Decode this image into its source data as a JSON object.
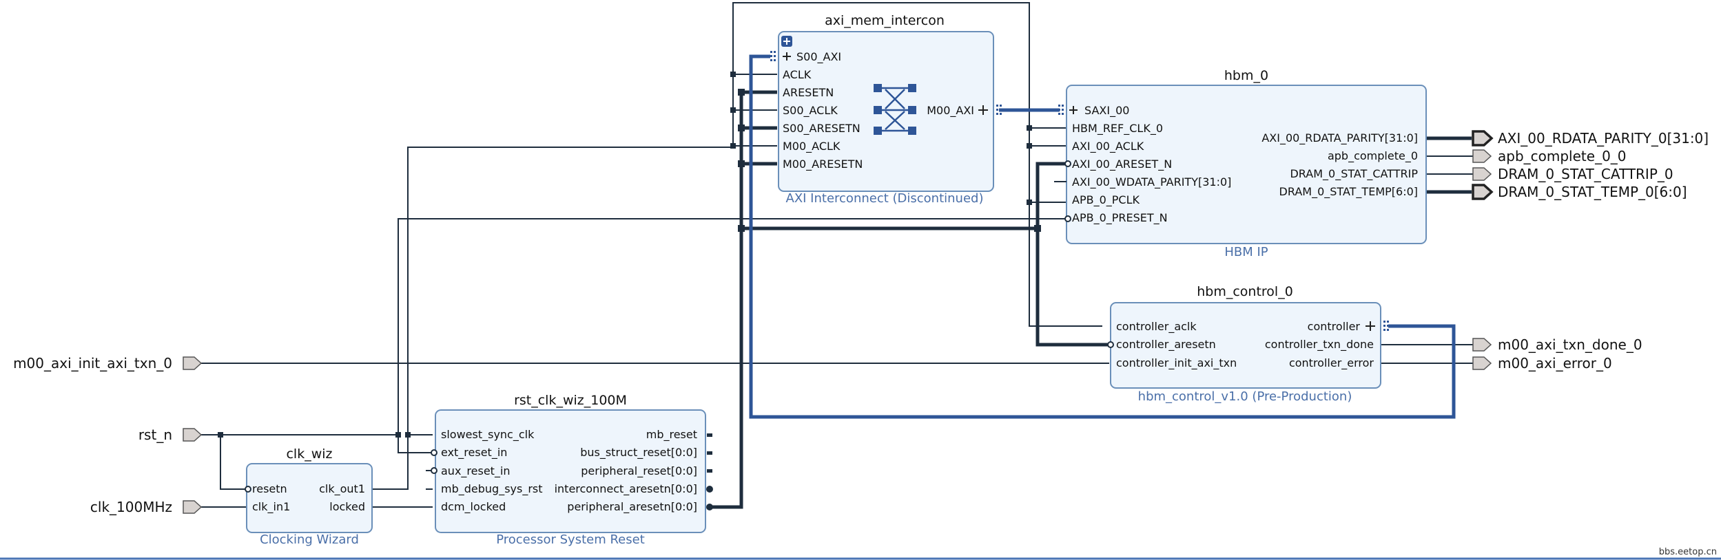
{
  "blocks": {
    "axi": {
      "name": "axi_mem_intercon",
      "subtitle": "AXI Interconnect (Discontinued)",
      "pins_left": [
        "S00_AXI",
        "ACLK",
        "ARESETN",
        "S00_ACLK",
        "S00_ARESETN",
        "M00_ACLK",
        "M00_ARESETN"
      ],
      "pins_right": [
        "M00_AXI"
      ]
    },
    "hbm": {
      "name": "hbm_0",
      "subtitle": "HBM IP",
      "pins_left": [
        "SAXI_00",
        "HBM_REF_CLK_0",
        "AXI_00_ACLK",
        "AXI_00_ARESET_N",
        "AXI_00_WDATA_PARITY[31:0]",
        "APB_0_PCLK",
        "APB_0_PRESET_N"
      ],
      "pins_right": [
        "AXI_00_RDATA_PARITY[31:0]",
        "apb_complete_0",
        "DRAM_0_STAT_CATTRIP",
        "DRAM_0_STAT_TEMP[6:0]"
      ]
    },
    "hbmctl": {
      "name": "hbm_control_0",
      "subtitle": "hbm_control_v1.0 (Pre-Production)",
      "pins_left": [
        "controller_aclk",
        "controller_aresetn",
        "controller_init_axi_txn"
      ],
      "pins_right": [
        "controller",
        "controller_txn_done",
        "controller_error"
      ]
    },
    "rst": {
      "name": "rst_clk_wiz_100M",
      "subtitle": "Processor System Reset",
      "pins_left": [
        "slowest_sync_clk",
        "ext_reset_in",
        "aux_reset_in",
        "mb_debug_sys_rst",
        "dcm_locked"
      ],
      "pins_right": [
        "mb_reset",
        "bus_struct_reset[0:0]",
        "peripheral_reset[0:0]",
        "interconnect_aresetn[0:0]",
        "peripheral_aresetn[0:0]"
      ]
    },
    "clk": {
      "name": "clk_wiz",
      "subtitle": "Clocking Wizard",
      "pins_left": [
        "resetn",
        "clk_in1"
      ],
      "pins_right": [
        "clk_out1",
        "locked"
      ]
    }
  },
  "ports_in": [
    "m00_axi_init_axi_txn_0",
    "rst_n",
    "clk_100MHz"
  ],
  "ports_out": [
    "AXI_00_RDATA_PARITY_0[31:0]",
    "apb_complete_0_0",
    "DRAM_0_STAT_CATTRIP_0",
    "DRAM_0_STAT_TEMP_0[6:0]",
    "m00_axi_txn_done_0",
    "m00_axi_error_0"
  ],
  "watermark": "bbs.eetop.cn",
  "colors": {
    "block_fill": "#eef5fc",
    "block_border": "#6a8fb9",
    "wire": "#1e2d3d",
    "interface_bus": "#2e5597",
    "subtitle": "#4a6fa8"
  }
}
